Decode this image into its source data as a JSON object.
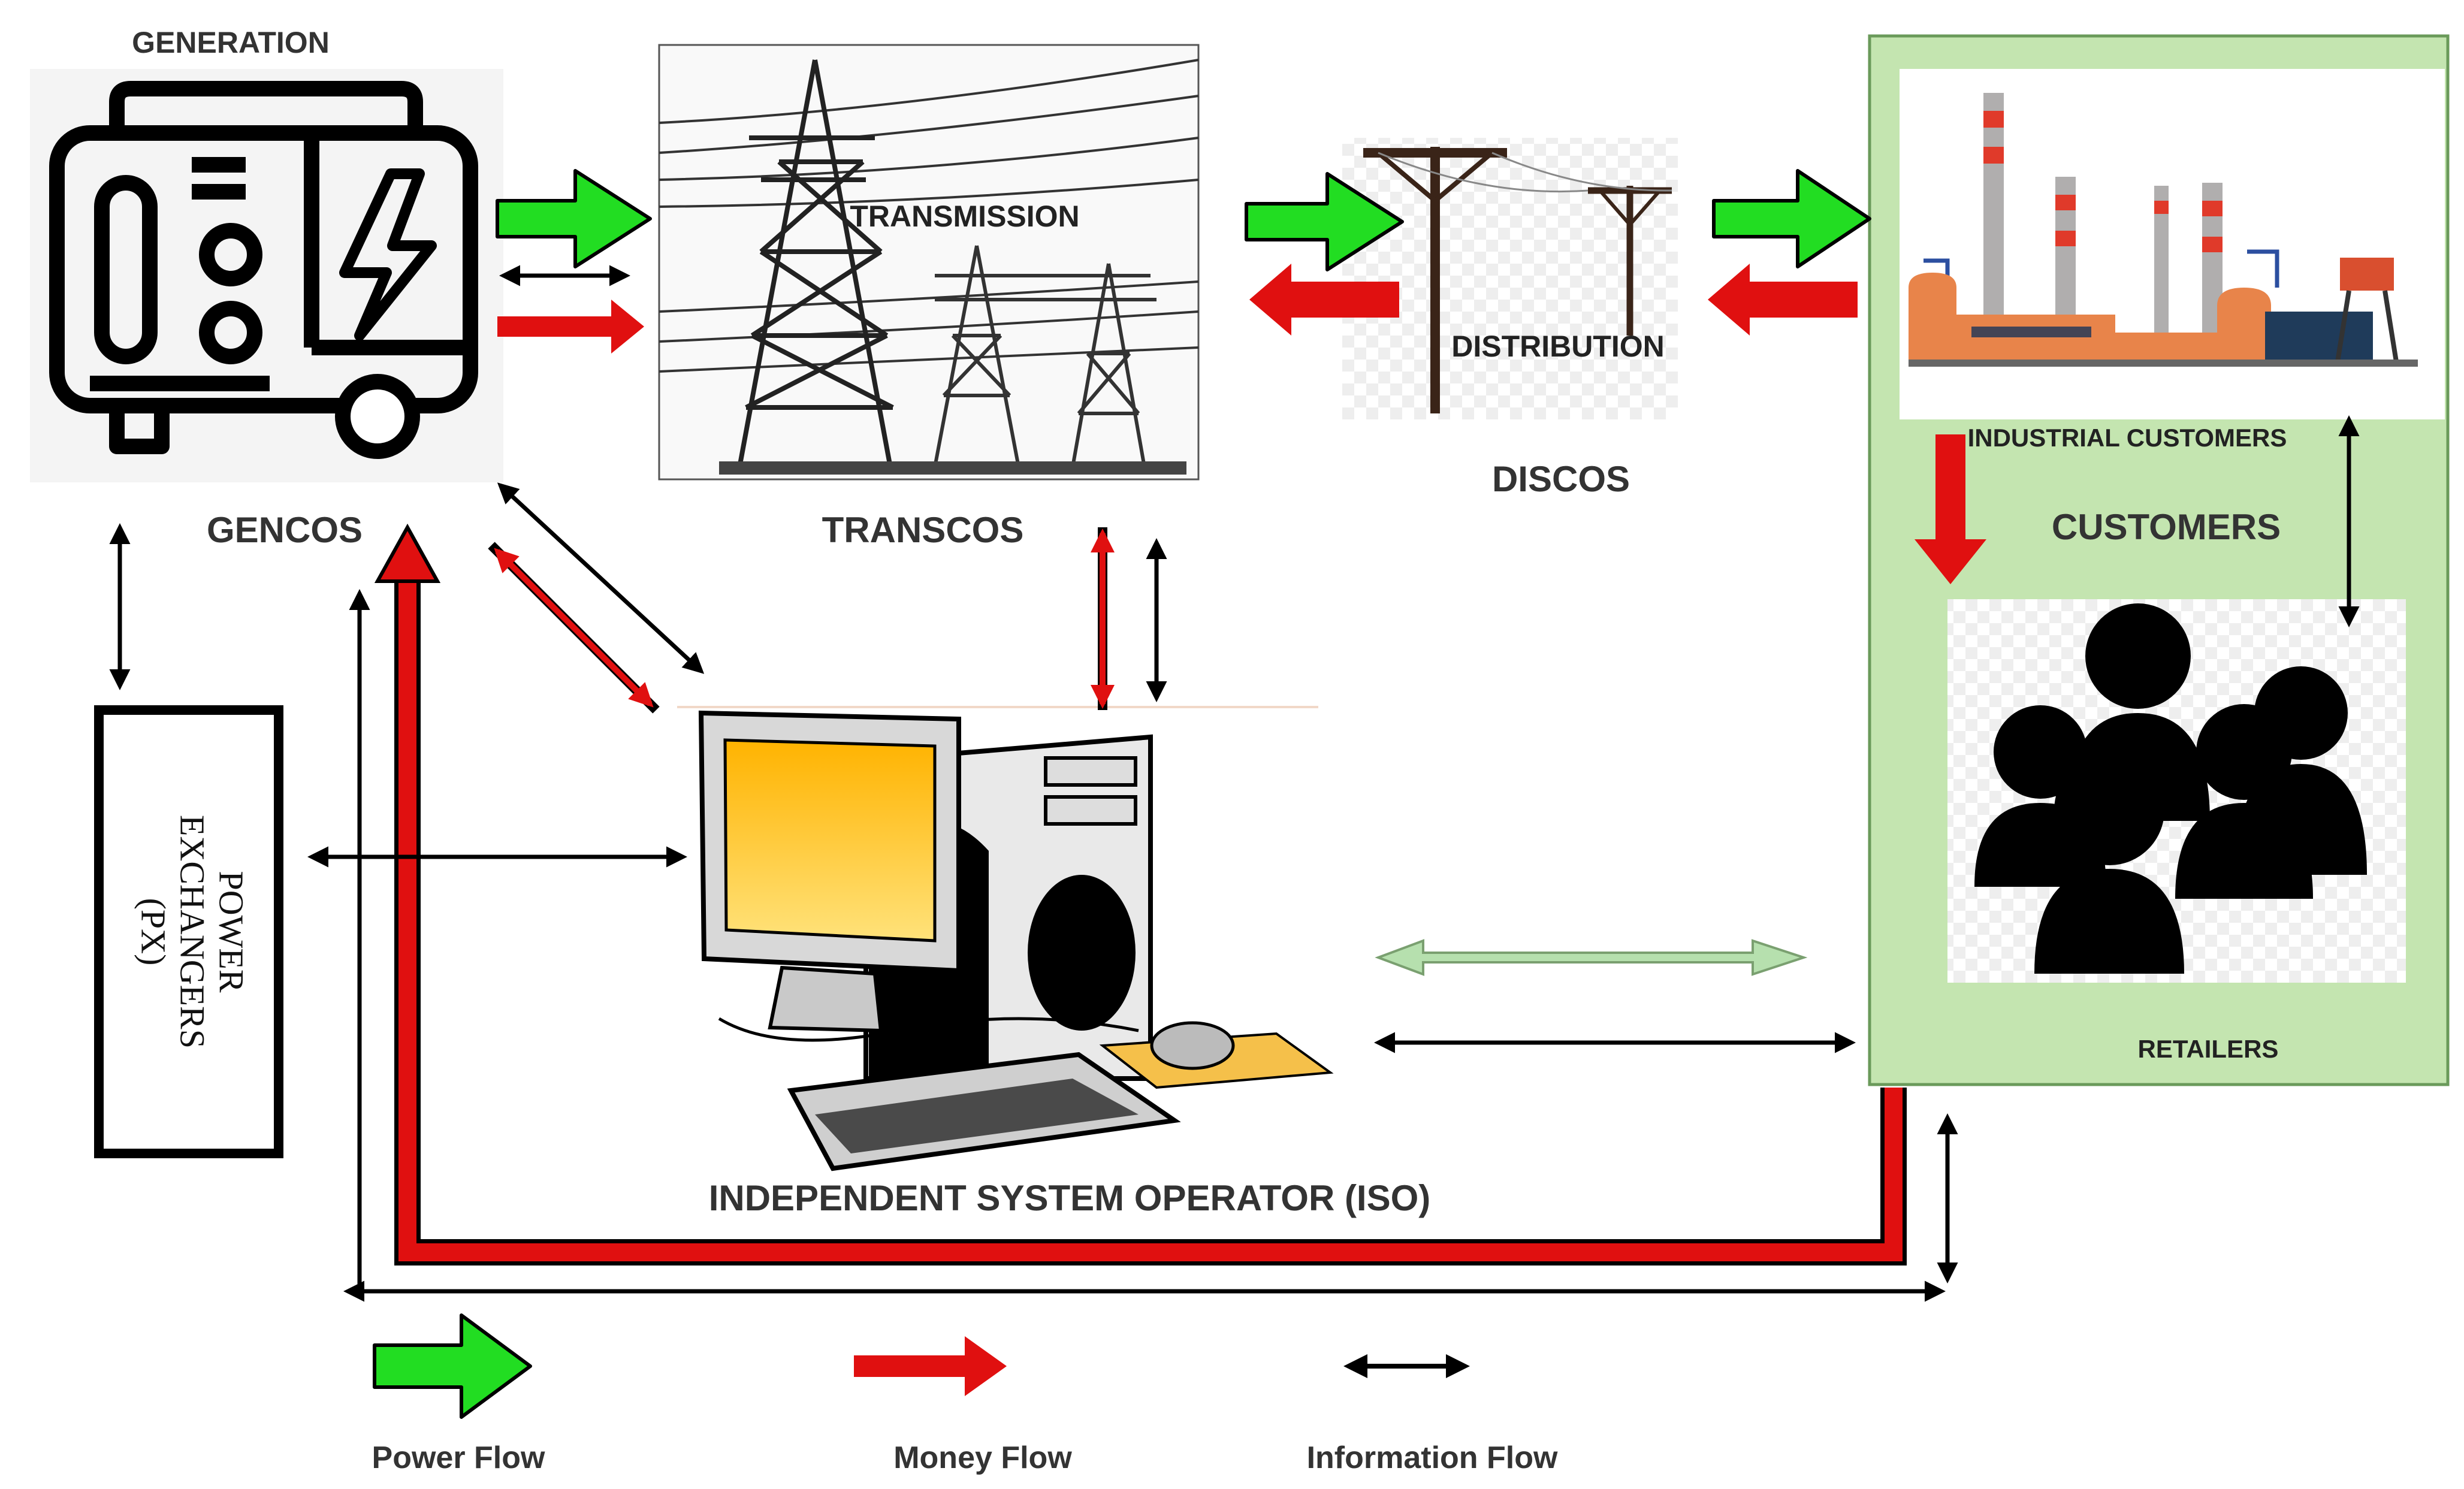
{
  "labels": {
    "generation": "GENERATION",
    "gencos": "GENCOS",
    "transmission": "TRANSMISSION",
    "transcos": "TRANSCOS",
    "distribution": "DISTRIBUTION",
    "discos": "DISCOS",
    "industrial_customers": "INDUSTRIAL CUSTOMERS",
    "customers": "CUSTOMERS",
    "retailers": "RETAILERS",
    "iso": "INDEPENDENT SYSTEM OPERATOR (ISO)",
    "px_line1": "POWER",
    "px_line2": "EXCHANGERS",
    "px_line3": "(PX)"
  },
  "legend": {
    "power_flow": "Power Flow",
    "money_flow": "Money Flow",
    "information_flow": "Information Flow"
  },
  "colors": {
    "power": "#22dd22",
    "money": "#e01010",
    "information": "#000000",
    "customers_panel": "#c4e5b0",
    "light_arrow": "#b6e0ae",
    "monitor": "#f7b400"
  },
  "icons": {
    "generator": "generator-icon",
    "tower": "transmission-tower-icon",
    "pole": "utility-pole-icon",
    "factory": "factory-icon",
    "people": "people-group-icon",
    "computer": "desktop-computer-icon"
  }
}
